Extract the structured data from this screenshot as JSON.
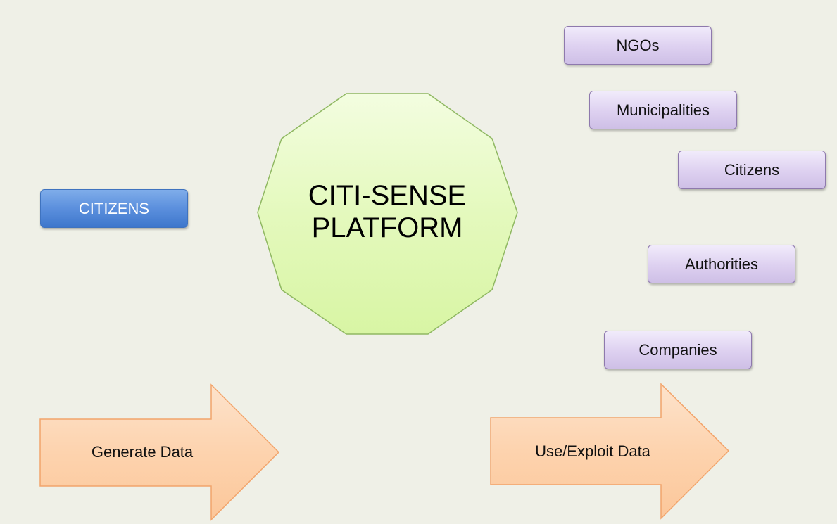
{
  "platform": {
    "line1": "CITI-SENSE",
    "line2": "PLATFORM"
  },
  "producers": {
    "citizens_label": "CITIZENS"
  },
  "users": {
    "items": [
      "NGOs",
      "Municipalities",
      "Citizens",
      "Authorities",
      "Companies"
    ]
  },
  "arrows": {
    "generate_label": "Generate Data",
    "use_label": "Use/Exploit Data"
  },
  "colors": {
    "background": "#eff0e7",
    "platform_fill": "#e2f9b8",
    "platform_border": "#8fb861",
    "arrow_fill": "#fdd3ae",
    "arrow_border": "#f2a46b",
    "user_box_fill": "#ddd0f0",
    "producer_box_fill": "#5b8fdd"
  }
}
